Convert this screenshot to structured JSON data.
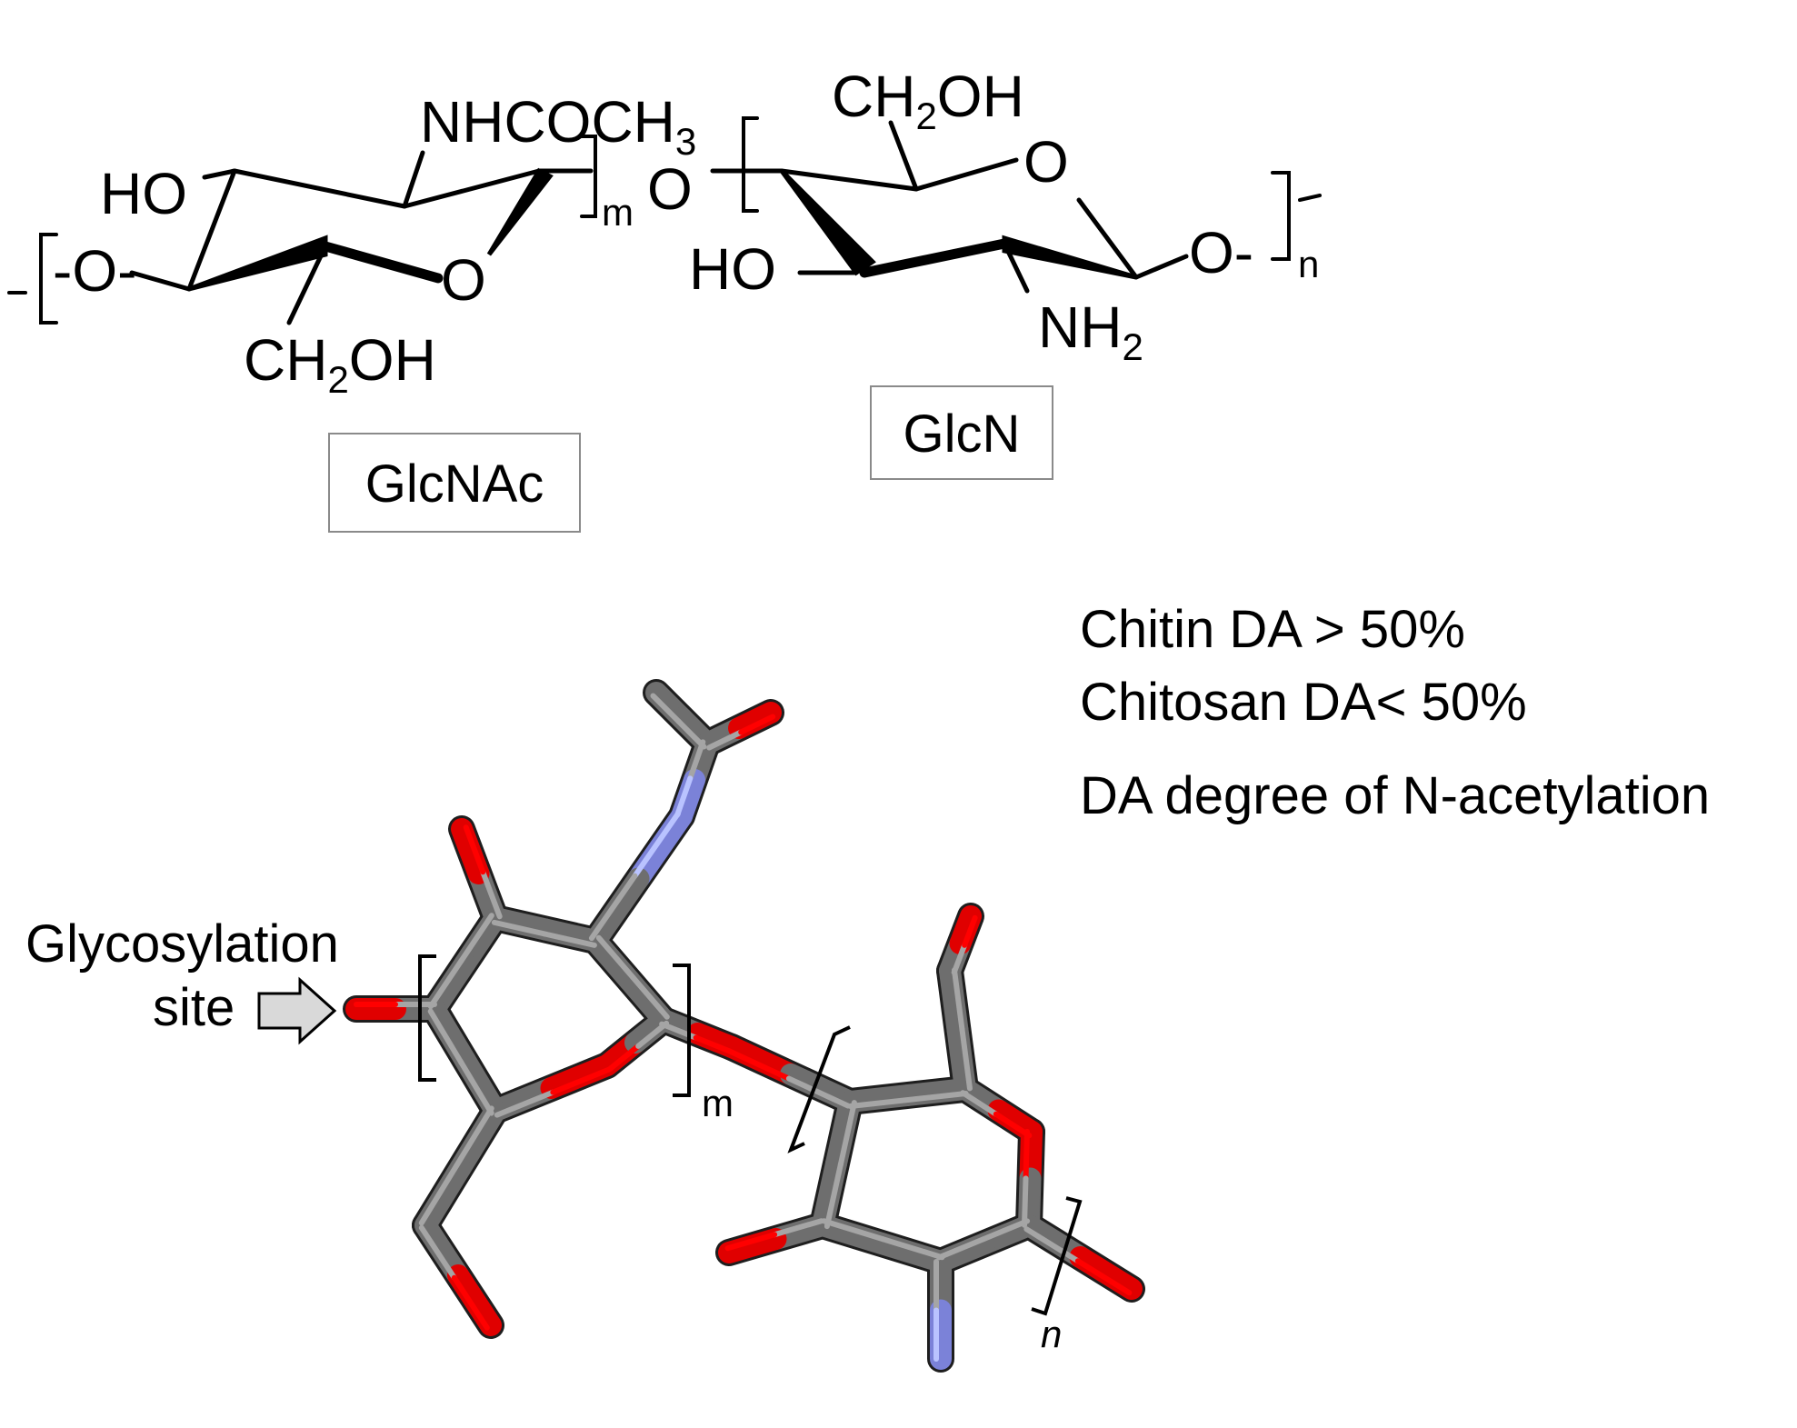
{
  "top_structure": {
    "nhcoch3": {
      "main": "NHCOCH",
      "sub": "3"
    },
    "ho_left": "HO",
    "o_link_left": "-O-",
    "ring_o_left": "O",
    "ch2oh_left": {
      "a": "CH",
      "sub": "2",
      "b": "OH"
    },
    "m_index": "m",
    "glycosidic_o": "O",
    "ch2oh_right": {
      "a": "CH",
      "sub": "2",
      "b": "OH"
    },
    "ring_o_right": "O",
    "ho_right": "HO",
    "nh2": {
      "main": "NH",
      "sub": "2"
    },
    "o_link_right": "O-",
    "n_index": "n"
  },
  "boxes": {
    "glcnac": "GlcNAc",
    "glcn": "GlcN"
  },
  "notes": {
    "line1": "Chitin DA > 50%",
    "line2": "Chitosan DA< 50%",
    "line3": "DA degree of N-acetylation"
  },
  "model": {
    "site_label_1": "Glycosylation",
    "site_label_2": "site",
    "m_index": "m",
    "n_index": "n"
  },
  "colors": {
    "carbon": "#6e6e6e",
    "oxygen": "#e00000",
    "nitrogen": "#7b82d8",
    "ink": "#000000",
    "box_border": "#8a8a8a"
  }
}
